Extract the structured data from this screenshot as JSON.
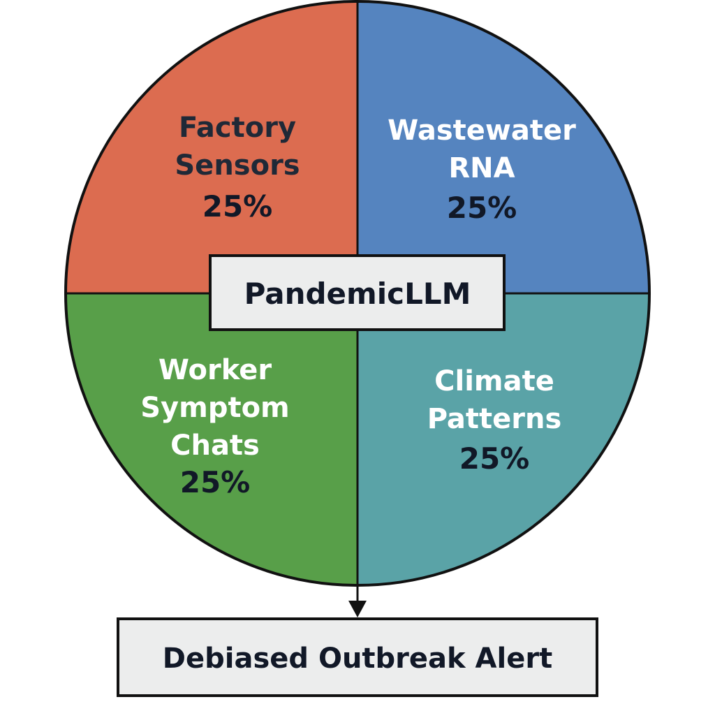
{
  "chart_data": {
    "type": "pie",
    "title": "",
    "slices": [
      {
        "label_lines": [
          "Factory",
          "Sensors"
        ],
        "value": 25,
        "pct_label": "25%",
        "color": "#5584bf",
        "label_color": "#1f2937",
        "pct_color": "#111827",
        "quadrant": "top-left"
      },
      {
        "label_lines": [
          "Wastewater",
          "RNA"
        ],
        "value": 25,
        "pct_label": "25%",
        "color": "#5aa3a7",
        "label_color": "#ffffff",
        "pct_color": "#111827",
        "quadrant": "top-right"
      },
      {
        "label_lines": [
          "Climate",
          "Patterns"
        ],
        "value": 25,
        "pct_label": "25%",
        "color": "#589f49",
        "label_color": "#ffffff",
        "pct_color": "#111827",
        "quadrant": "bottom-right"
      },
      {
        "label_lines": [
          "Worker",
          "Symptom",
          "Chats"
        ],
        "value": 25,
        "pct_label": "25%",
        "color": "#dc6c50",
        "label_color": "#ffffff",
        "pct_color": "#111827",
        "quadrant": "bottom-left"
      }
    ],
    "center_label": "PandemicLLM",
    "output_label": "Debiased Outbreak Alert",
    "box_fill": "#eceded",
    "outline_color": "#111111"
  }
}
